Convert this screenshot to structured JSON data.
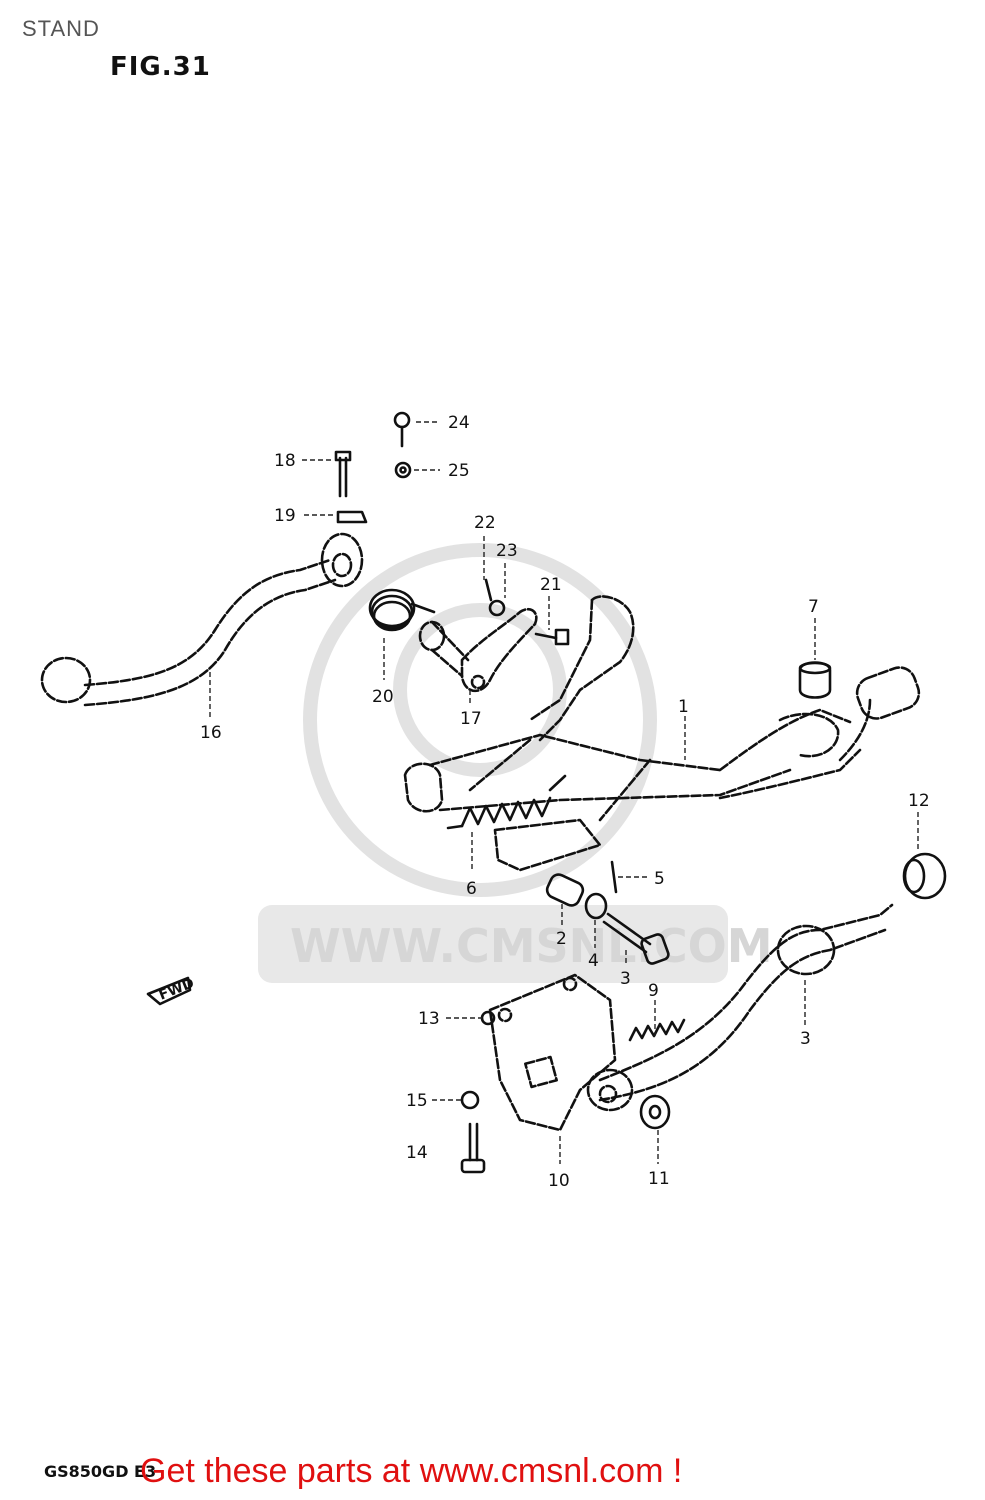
{
  "header": {
    "section_title": "STAND",
    "figure_label": "FIG.31"
  },
  "diagram": {
    "callouts": [
      "24",
      "25",
      "18",
      "19",
      "22",
      "23",
      "21",
      "7",
      "20",
      "17",
      "1",
      "16",
      "12",
      "6",
      "5",
      "2",
      "4",
      "3",
      "3",
      "9",
      "13",
      "15",
      "14",
      "10",
      "11"
    ],
    "direction_marker": "FWD"
  },
  "watermark": {
    "url_text": "WWW.CMSNL.COM"
  },
  "footer": {
    "model_code": "GS850GD E3",
    "cta_text": "Get these parts at www.cmsnl.com !",
    "cta_color": "#e01010"
  }
}
